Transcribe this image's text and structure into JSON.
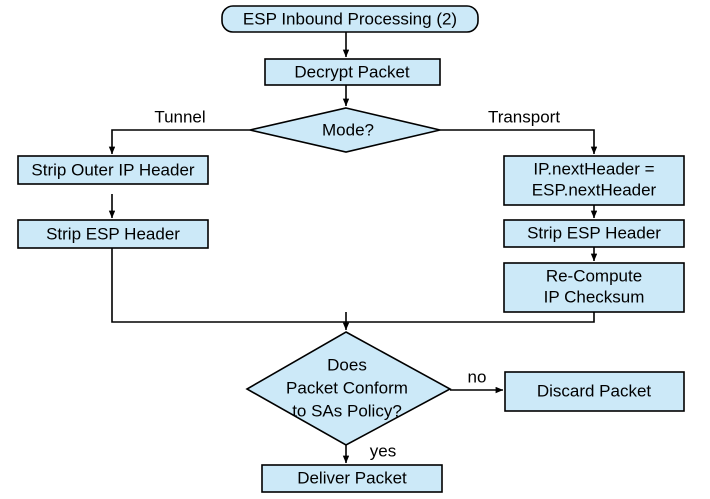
{
  "diagram": {
    "title": "ESP Inbound Processing (2)",
    "colors": {
      "node_fill": "#cce9f8",
      "node_stroke": "#000000",
      "connector": "#000000",
      "background": "#ffffff",
      "text": "#000000"
    },
    "nodes": {
      "start": {
        "label": "ESP Inbound Processing (2)",
        "shape": "rounded-rectangle"
      },
      "decrypt": {
        "label": "Decrypt Packet",
        "shape": "rectangle"
      },
      "mode": {
        "label": "Mode?",
        "shape": "diamond"
      },
      "strip_outer_ip": {
        "label": "Strip Outer IP Header",
        "shape": "rectangle"
      },
      "strip_esp_tunnel": {
        "label": "Strip ESP Header",
        "shape": "rectangle"
      },
      "next_header": {
        "label_line1": "IP.nextHeader =",
        "label_line2": "ESP.nextHeader",
        "shape": "rectangle"
      },
      "strip_esp_transport": {
        "label": "Strip ESP Header",
        "shape": "rectangle"
      },
      "recompute": {
        "label_line1": "Re-Compute",
        "label_line2": "IP Checksum",
        "shape": "rectangle"
      },
      "conform": {
        "label_line1": "Does",
        "label_line2": "Packet Conform",
        "label_line3": "to SAs Policy?",
        "shape": "diamond"
      },
      "discard": {
        "label": "Discard Packet",
        "shape": "rectangle"
      },
      "deliver": {
        "label": "Deliver Packet",
        "shape": "rectangle"
      }
    },
    "edge_labels": {
      "tunnel": "Tunnel",
      "transport": "Transport",
      "no": "no",
      "yes": "yes"
    }
  }
}
